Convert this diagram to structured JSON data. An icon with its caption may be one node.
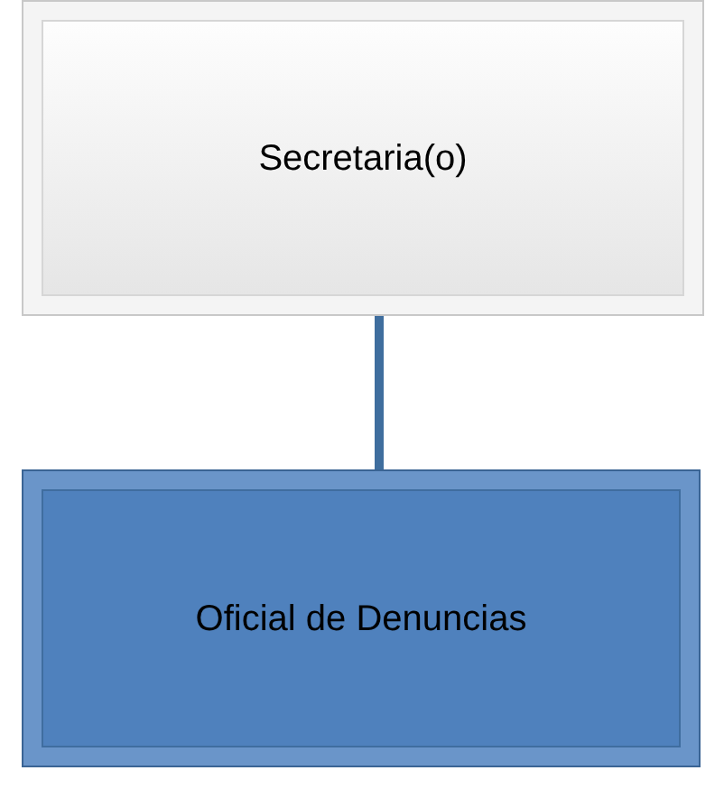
{
  "diagram": {
    "nodes": [
      {
        "text": [
          "Secretaria(o)"
        ]
      },
      {
        "text": [
          "Oficial de Denuncias"
        ]
      }
    ],
    "edges": [
      {
        "from": 0,
        "to": 1,
        "arrow": "none"
      }
    ]
  }
}
